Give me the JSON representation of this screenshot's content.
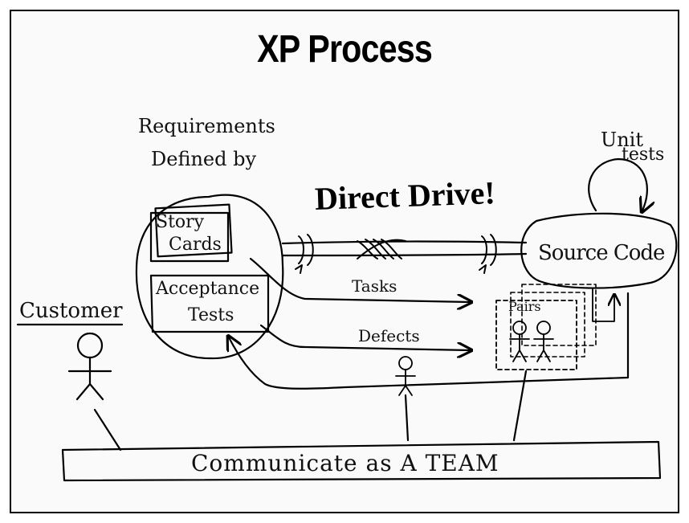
{
  "title": "XP Process",
  "labels": {
    "requirements_line1": "Requirements",
    "requirements_line2": "Defined by",
    "story_line1": "Story",
    "story_line2": "Cards",
    "acceptance_line1": "Acceptance",
    "acceptance_line2": "Tests",
    "customer": "Customer",
    "direct_drive": "Direct Drive!",
    "unit_line1": "Unit",
    "unit_line2": "tests",
    "source_code": "Source Code",
    "tasks": "Tasks",
    "defects": "Defects",
    "pairs": "Pairs",
    "communicate": "Communicate as A TEAM"
  },
  "colors": {
    "ink": "#000000",
    "paper": "#fafafa"
  }
}
